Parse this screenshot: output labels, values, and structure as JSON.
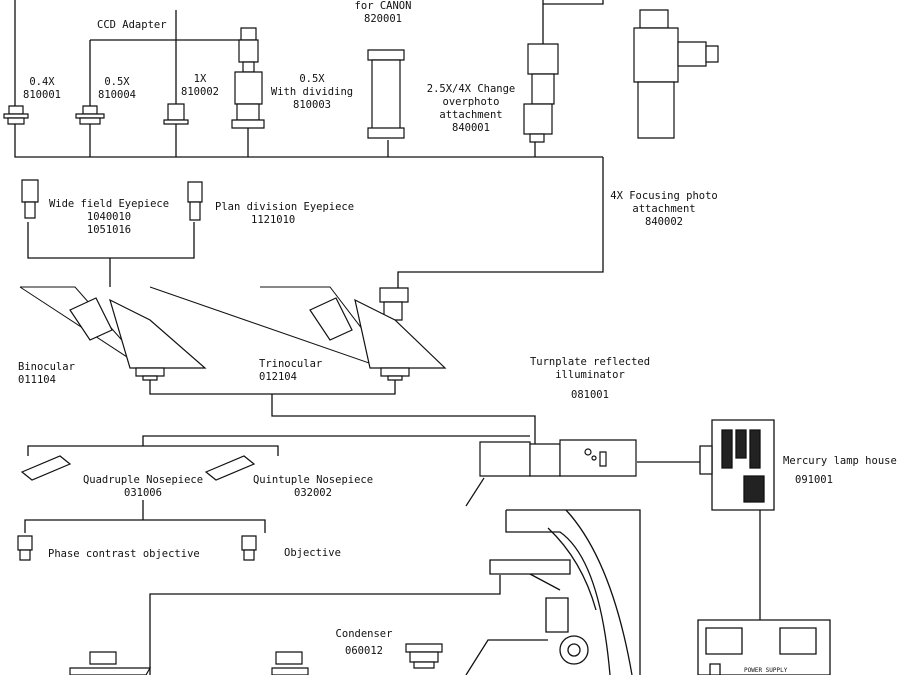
{
  "labels": {
    "camera_for_canon": "for CANON",
    "camera_for_canon_code": "820001",
    "ccd_adapter": "CCD Adapter",
    "adapter_04x": "0.4X",
    "adapter_04x_code": "810001",
    "adapter_05x": "0.5X",
    "adapter_05x_code": "810004",
    "adapter_1x": "1X",
    "adapter_1x_code": "810002",
    "adapter_05x_div_1": "0.5X",
    "adapter_05x_div_2": "With dividing",
    "adapter_05x_div_code": "810003",
    "change_photo_1": "2.5X/4X Change",
    "change_photo_2": "overphoto",
    "change_photo_3": "attachment",
    "change_photo_code": "840001",
    "focusing_photo_1": "4X Focusing photo",
    "focusing_photo_2": "attachment",
    "focusing_photo_code": "840002",
    "wide_field_eyepiece": "Wide field Eyepiece",
    "wide_field_code_1": "1040010",
    "wide_field_code_2": "1051016",
    "plan_division_eyepiece": "Plan division Eyepiece",
    "plan_division_code": "1121010",
    "binocular": "Binocular",
    "binocular_code": "011104",
    "trinocular": "Trinocular",
    "trinocular_code": "012104",
    "turnplate_1": "Turnplate reflected",
    "turnplate_2": "illuminator",
    "turnplate_code": "081001",
    "quadruple_nosepiece": "Quadruple Nosepiece",
    "quadruple_code": "031006",
    "quintuple_nosepiece": "Quintuple Nosepiece",
    "quintuple_code": "032002",
    "phase_contrast_objective": "Phase contrast objective",
    "objective": "Objective",
    "mercury_lamp_house": "Mercury lamp house",
    "mercury_code": "091001",
    "condenser": "Condenser",
    "condenser_code": "060012",
    "power_supply": "POWER SUPPLY"
  }
}
